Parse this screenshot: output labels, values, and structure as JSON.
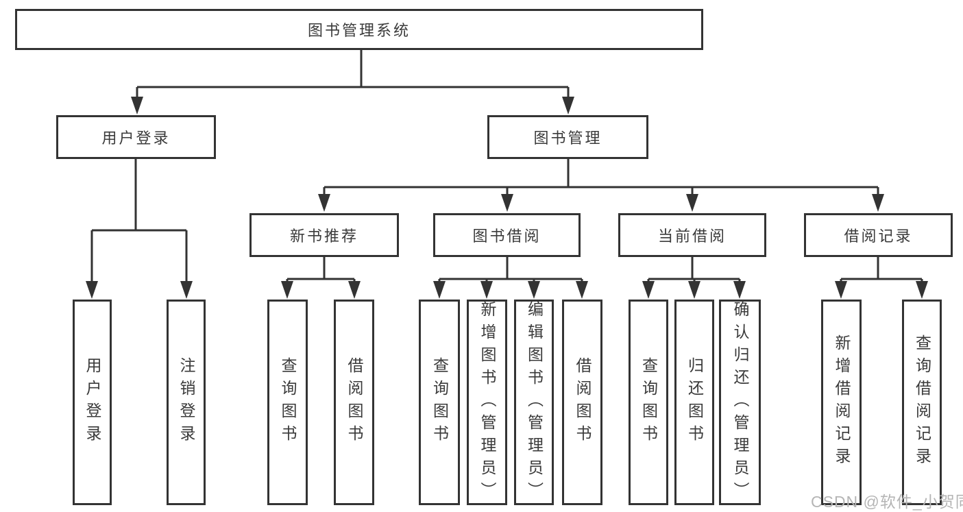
{
  "diagram": {
    "type": "hierarchy-tree",
    "nodes": {
      "root": {
        "label": "图书管理系统"
      },
      "user_login": {
        "label": "用户登录"
      },
      "book_mgmt": {
        "label": "图书管理"
      },
      "new_book_rec": {
        "label": "新书推荐"
      },
      "book_borrow": {
        "label": "图书借阅"
      },
      "current_borrow": {
        "label": "当前借阅"
      },
      "borrow_records": {
        "label": "借阅记录"
      },
      "login": {
        "label": "用户登录"
      },
      "logout": {
        "label": "注销登录"
      },
      "nbr_query_books": {
        "label": "查询图书"
      },
      "nbr_borrow_books": {
        "label": "借阅图书"
      },
      "bb_query_books": {
        "label": "查询图书"
      },
      "bb_add_books": {
        "label": "新增图书（管理员）"
      },
      "bb_edit_books": {
        "label": "编辑图书（管理员）"
      },
      "bb_borrow_books": {
        "label": "借阅图书"
      },
      "cb_query_books": {
        "label": "查询图书"
      },
      "cb_return_books": {
        "label": "归还图书"
      },
      "cb_confirm_return": {
        "label": "确认归还（管理员）"
      },
      "br_add_record": {
        "label": "新增借阅记录"
      },
      "br_query_record": {
        "label": "查询借阅记录"
      }
    },
    "hierarchy": {
      "图书管理系统": {
        "用户登录": [
          "用户登录",
          "注销登录"
        ],
        "图书管理": {
          "新书推荐": [
            "查询图书",
            "借阅图书"
          ],
          "图书借阅": [
            "查询图书",
            "新增图书（管理员）",
            "编辑图书（管理员）",
            "借阅图书"
          ],
          "当前借阅": [
            "查询图书",
            "归还图书",
            "确认归还（管理员）"
          ],
          "借阅记录": [
            "新增借阅记录",
            "查询借阅记录"
          ]
        }
      }
    }
  },
  "watermark": {
    "text": "CSDN @软件_小贺同学"
  },
  "colors": {
    "line": "#333333",
    "box_border": "#333333",
    "box_background": "#ffffff",
    "text": "#3a3a3a",
    "watermark": "#b5b5b5",
    "page_background": "#ffffff"
  }
}
